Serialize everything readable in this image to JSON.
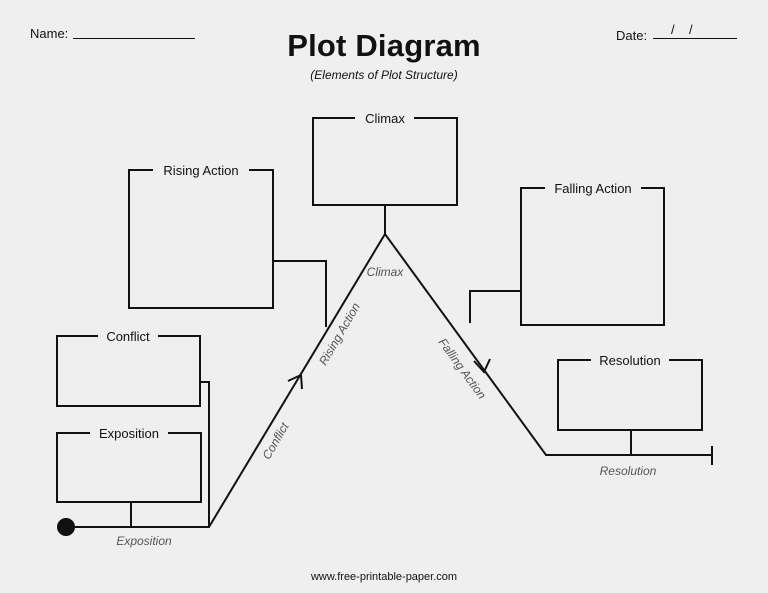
{
  "header": {
    "name_label": "Name:",
    "date_label": "Date:",
    "date_slashes": "/    /"
  },
  "title": "Plot Diagram",
  "subtitle": "(Elements of Plot Structure)",
  "boxes": {
    "exposition": "Exposition",
    "conflict": "Conflict",
    "rising_action": "Rising Action",
    "climax": "Climax",
    "falling_action": "Falling Action",
    "resolution": "Resolution"
  },
  "curve_labels": {
    "exposition": "Exposition",
    "conflict": "Conflict",
    "rising_action": "Rising Action",
    "climax": "Climax",
    "falling_action": "Falling Action",
    "resolution": "Resolution"
  },
  "footer": "www.free-printable-paper.com"
}
